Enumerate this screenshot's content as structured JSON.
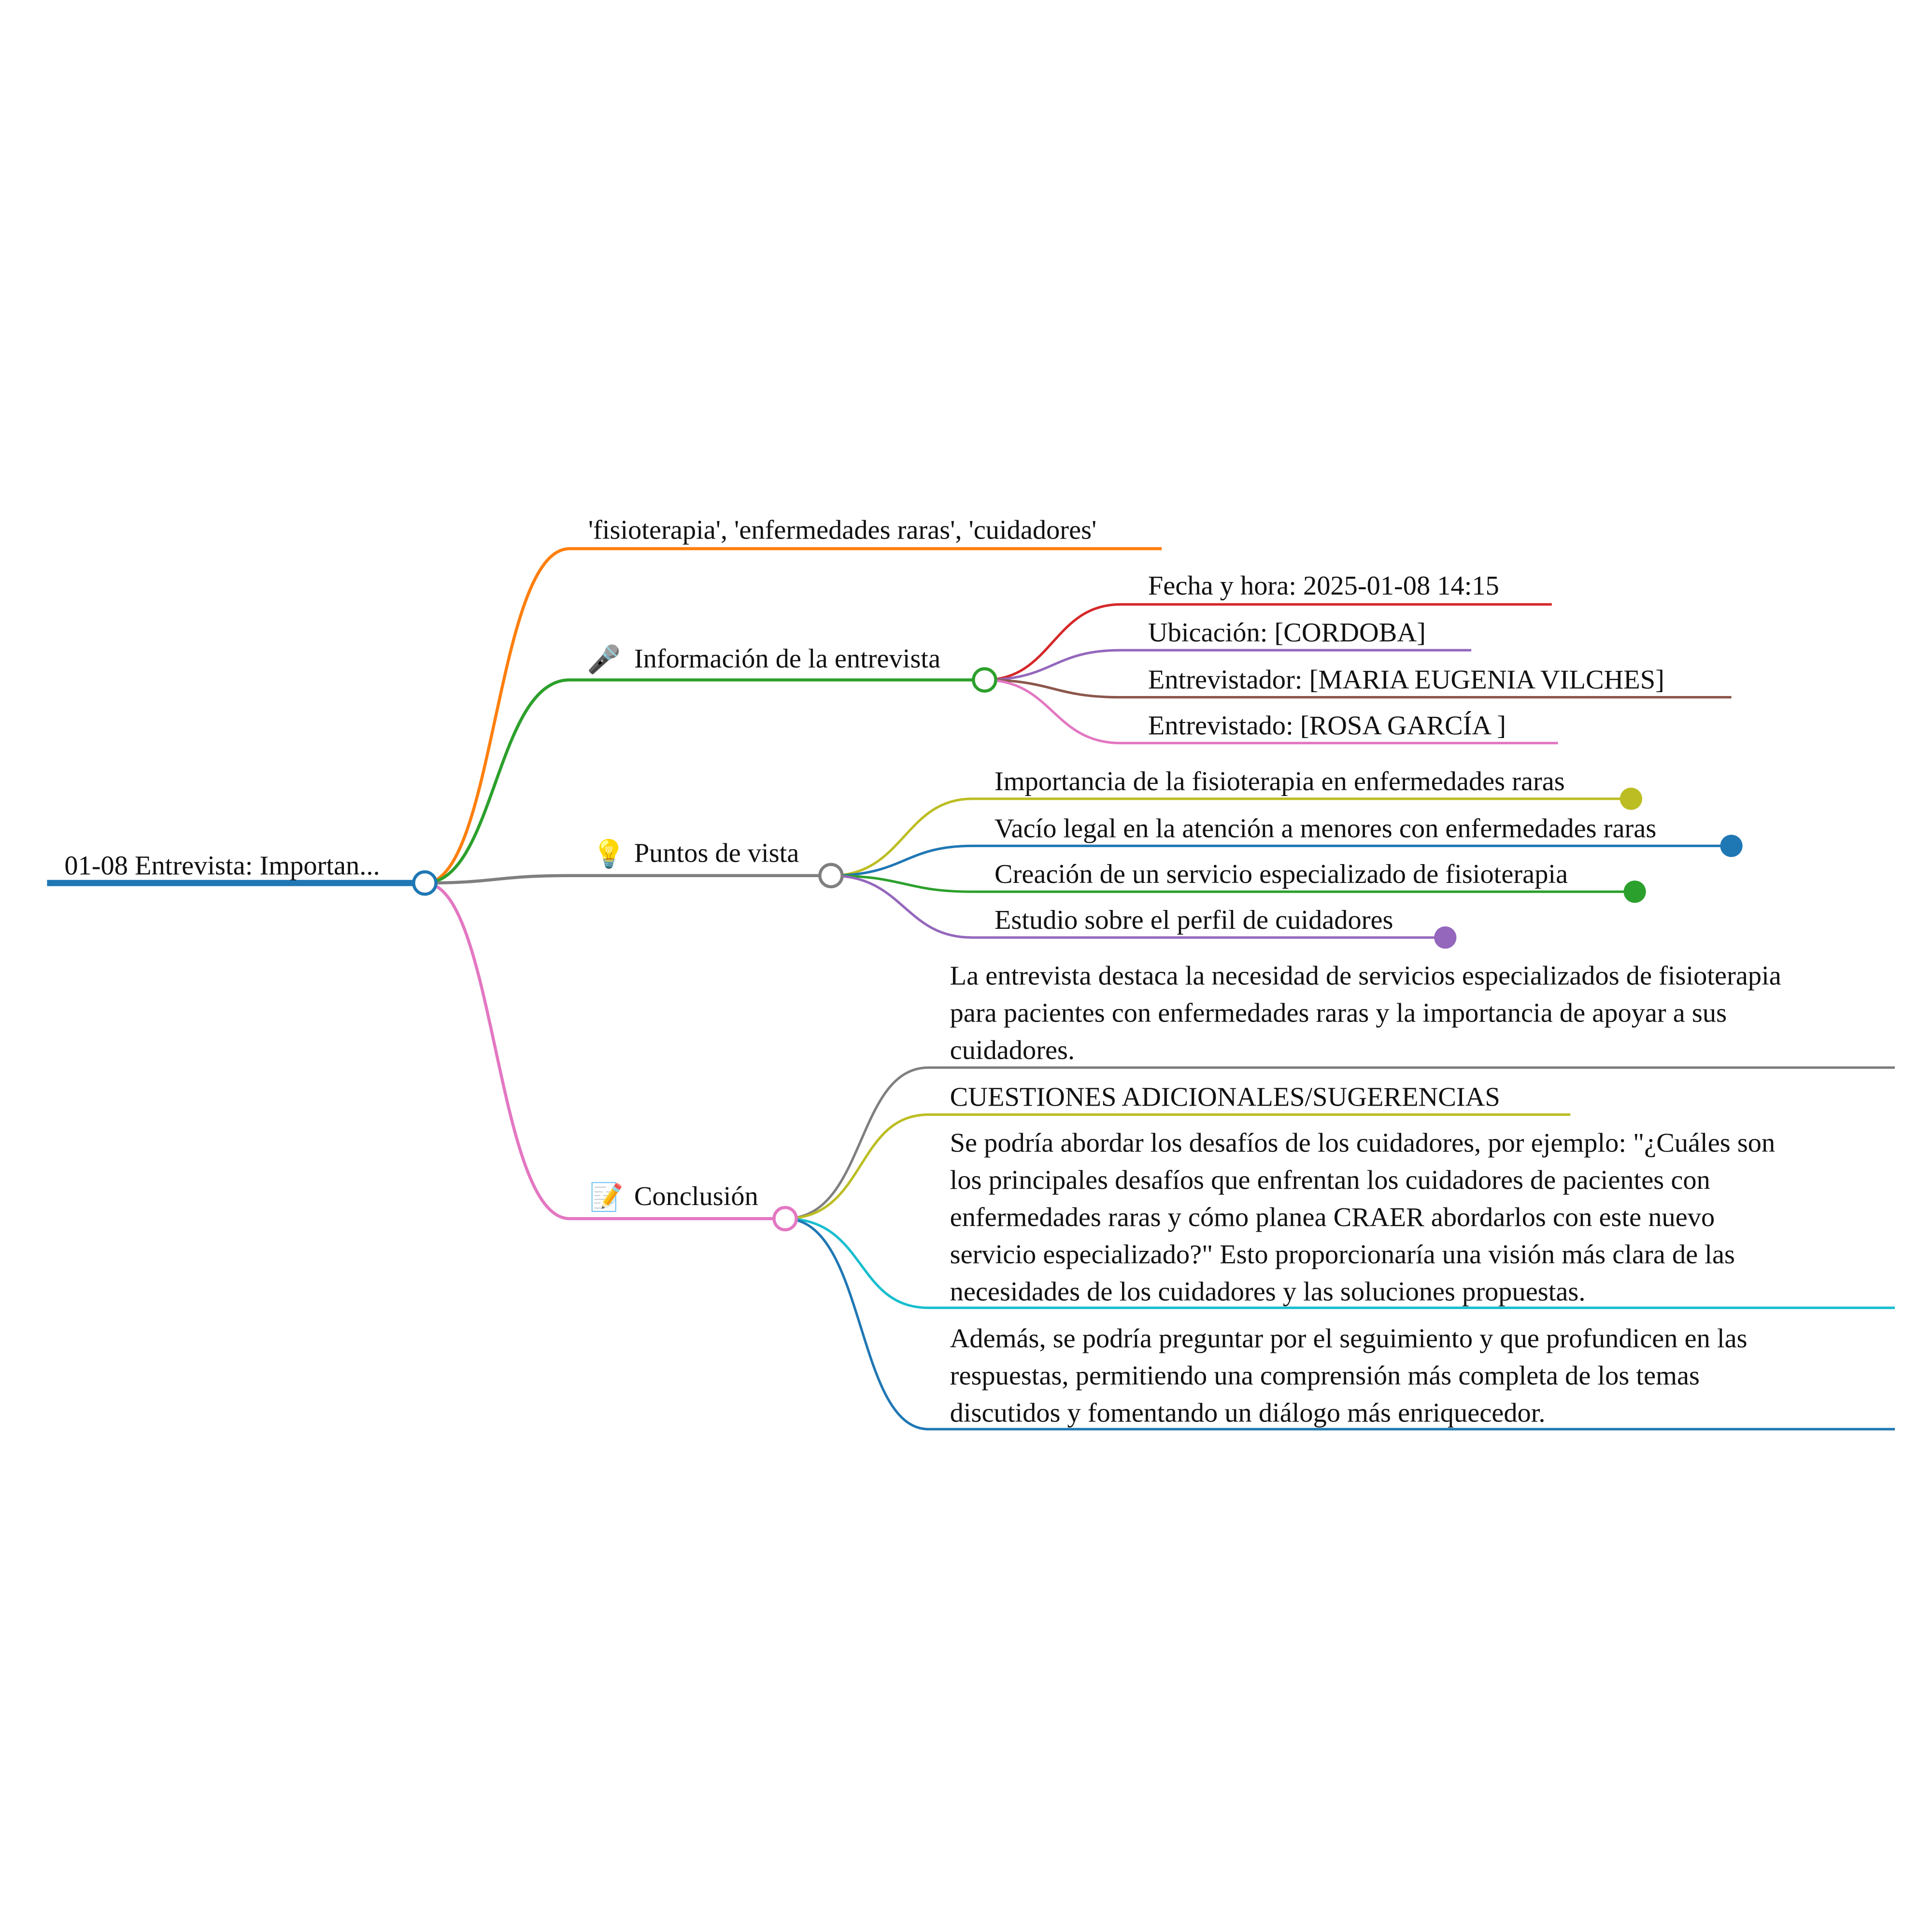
{
  "root": {
    "label": "01-08 Entrevista: Importan...",
    "color": "#1f77b4"
  },
  "branches": {
    "keywords": {
      "label": "'fisioterapia', 'enfermedades raras', 'cuidadores'",
      "color": "#ff7f0e"
    },
    "info": {
      "icon": "microphone-icon",
      "emoji": "🎤",
      "label": "Información de la entrevista",
      "color": "#2ca02c",
      "children": [
        {
          "label": "Fecha y hora: 2025-01-08 14:15",
          "color": "#d62728"
        },
        {
          "label": "Ubicación: [CORDOBA]",
          "color": "#9467bd"
        },
        {
          "label": "Entrevistador: [MARIA EUGENIA VILCHES]",
          "color": "#8c564b"
        },
        {
          "label": "Entrevistado: [ROSA GARCÍA ]",
          "color": "#e377c2"
        }
      ]
    },
    "views": {
      "icon": "lightbulb-icon",
      "emoji": "💡",
      "label": "Puntos de vista",
      "color": "#7f7f7f",
      "children": [
        {
          "label": "Importancia de la fisioterapia en enfermedades raras",
          "color": "#bcbd22"
        },
        {
          "label": "Vacío legal en la atención a menores con enfermedades raras",
          "color": "#1f77b4"
        },
        {
          "label": "Creación de un servicio especializado de fisioterapia",
          "color": "#2ca02c"
        },
        {
          "label": "Estudio sobre el perfil de cuidadores",
          "color": "#9467bd"
        }
      ]
    },
    "conclusion": {
      "icon": "memo-icon",
      "emoji": "📝",
      "label": "Conclusión",
      "color": "#e377c2",
      "children": [
        {
          "lines": [
            "La entrevista destaca la necesidad de servicios especializados de fisioterapia",
            "para pacientes con enfermedades raras y la importancia de apoyar a sus",
            "cuidadores."
          ],
          "color": "#7f7f7f"
        },
        {
          "lines": [
            "CUESTIONES ADICIONALES/SUGERENCIAS"
          ],
          "color": "#bcbd22"
        },
        {
          "lines": [
            "Se podría abordar los desafíos de los cuidadores, por ejemplo: \"¿Cuáles son",
            "los principales desafíos que enfrentan los cuidadores de pacientes con",
            "enfermedades raras y cómo planea CRAER abordarlos con este nuevo",
            "servicio especializado?\" Esto proporcionaría una visión más clara de las",
            "necesidades de los cuidadores y las soluciones propuestas."
          ],
          "color": "#17becf"
        },
        {
          "lines": [
            "Además, se podría preguntar por el seguimiento y que profundicen en las",
            "respuestas, permitiendo una comprensión más completa de los temas",
            "discutidos y fomentando un diálogo más enriquecedor."
          ],
          "color": "#1f77b4"
        }
      ]
    }
  }
}
